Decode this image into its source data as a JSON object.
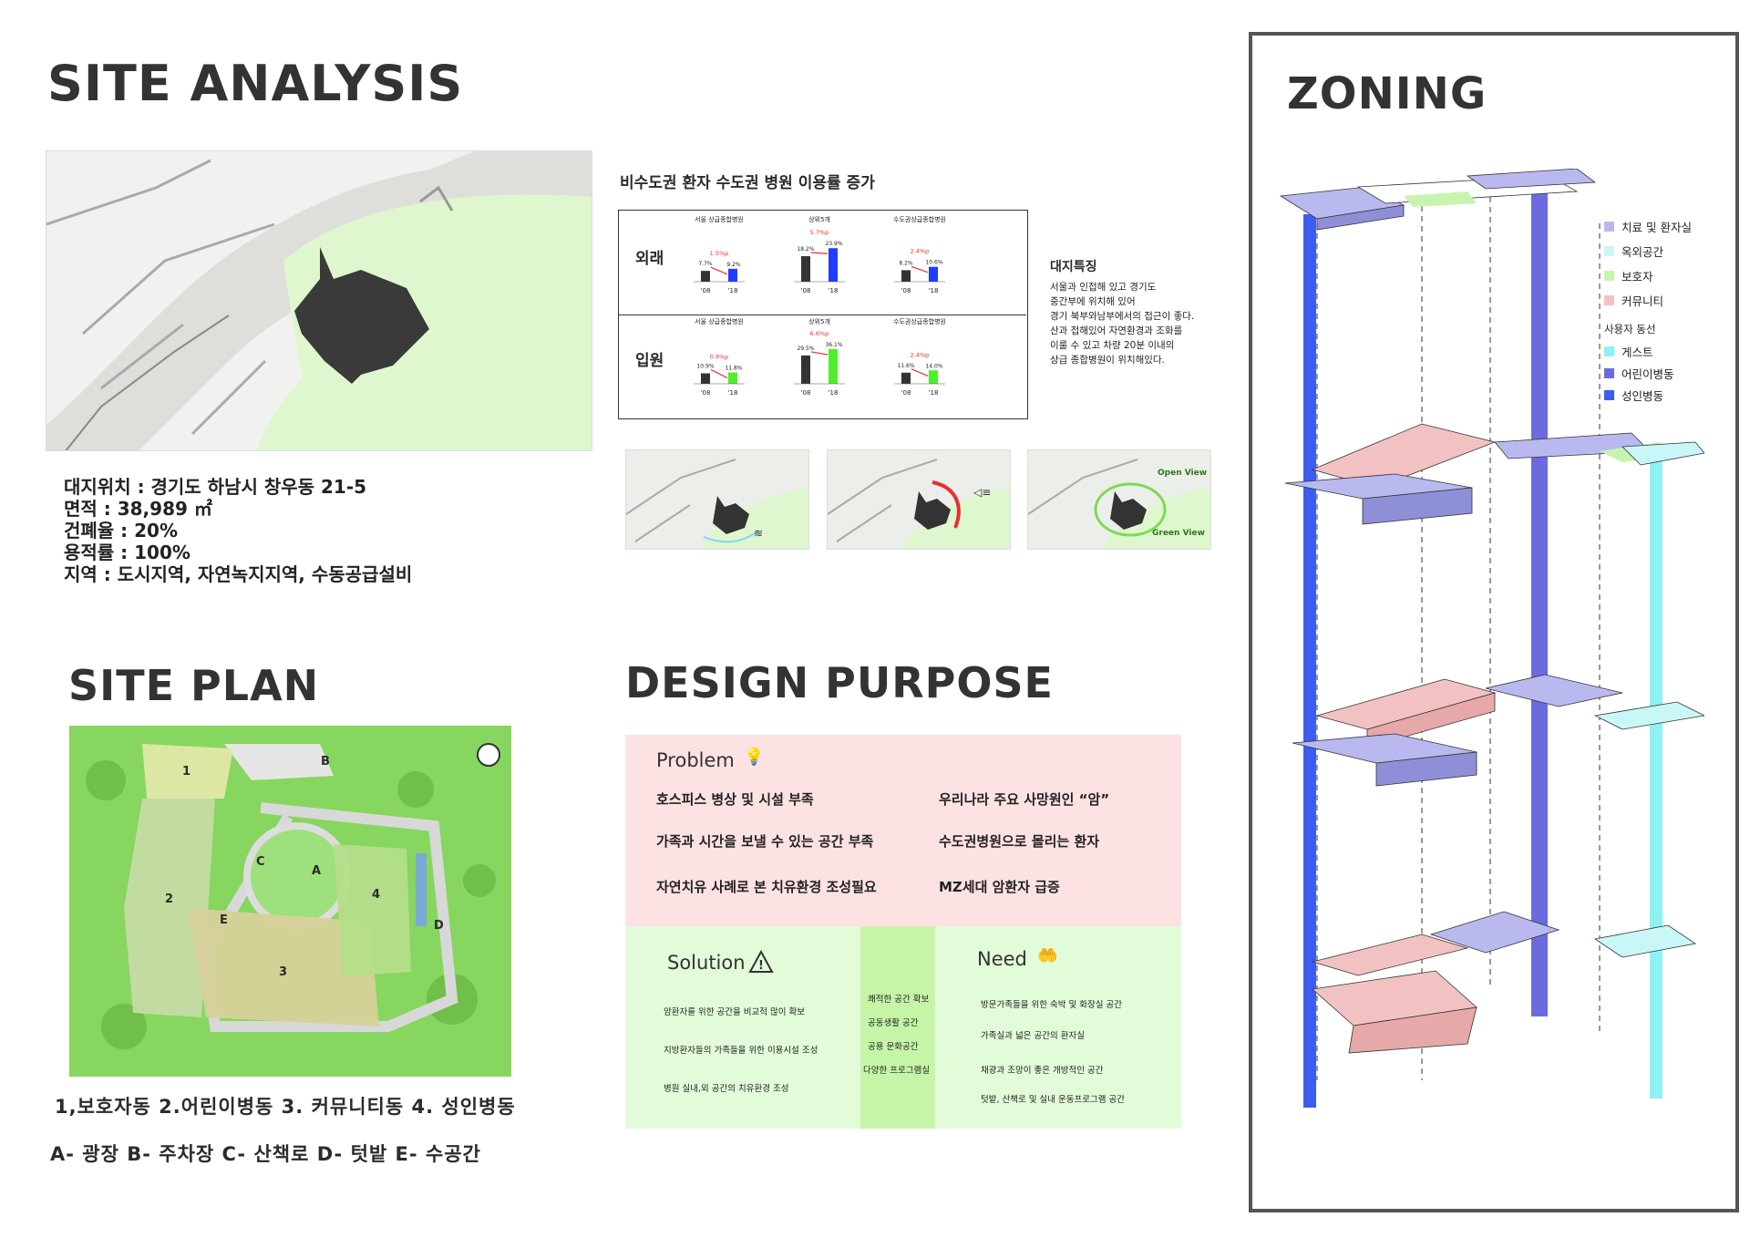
{
  "site_analysis": {
    "title": "SITE ANALYSIS",
    "info": [
      "대지위치 : 경기도 하남시 창우동 21-5",
      "면적 : 38,989 ㎡",
      "건폐율 : 20%",
      "용적률 : 100%",
      "지역 : 도시지역, 자연녹지지역, 수동공급설비"
    ]
  },
  "stats": {
    "heading": "비수도권 환자 수도권 병원 이용률 증가",
    "rows": [
      {
        "label": "외래",
        "groups": [
          {
            "title": "서울 상급종합병원",
            "delta": "1.5%p",
            "v08": "7.7%",
            "v18": "9.2%",
            "n08": 7.7,
            "n18": 9.2,
            "color": "blue"
          },
          {
            "title": "상위5개",
            "delta": "5.7%p",
            "v08": "18.2%",
            "v18": "23.9%",
            "n08": 18.2,
            "n18": 23.9,
            "color": "blue"
          },
          {
            "title": "수도권상급종합병원",
            "delta": "2.4%p",
            "v08": "8.2%",
            "v18": "10.6%",
            "n08": 8.2,
            "n18": 10.6,
            "color": "blue"
          }
        ]
      },
      {
        "label": "입원",
        "groups": [
          {
            "title": "서울 상급종합병원",
            "delta": "0.9%p",
            "v08": "10.9%",
            "v18": "11.8%",
            "n08": 10.9,
            "n18": 11.8,
            "color": "green"
          },
          {
            "title": "상위5개",
            "delta": "6.6%p",
            "v08": "29.5%",
            "v18": "36.1%",
            "n08": 29.5,
            "n18": 36.1,
            "color": "green"
          },
          {
            "title": "수도권상급종합병원",
            "delta": "2.4%p",
            "v08": "11.6%",
            "v18": "14.0%",
            "n08": 11.6,
            "n18": 14.0,
            "color": "green"
          }
        ]
      }
    ],
    "year_a": "'08",
    "year_b": "'18"
  },
  "feature": {
    "title": "대지특징",
    "lines": [
      "서울과 인접해 있고 경기도",
      "중간부에 위치해 있어",
      "경기 북부와남부에서의 접근이 좋다.",
      "산과 접해있어 자연환경과 조화를",
      "이룰 수 있고 차량 20분 이내의",
      "상급 종합병원이 위치해있다."
    ]
  },
  "thumbs": {
    "open_view": "Open View",
    "green_view": "Green View"
  },
  "site_plan": {
    "title": "SITE PLAN",
    "labels": {
      "b1": "1",
      "b2": "2",
      "b3": "3",
      "b4": "4",
      "a": "A",
      "b": "B",
      "c": "C",
      "d": "D",
      "e": "E"
    },
    "legend1": "1,보호자동  2.어린이병동  3. 커뮤니티동  4. 성인병동",
    "legend2": "A- 광장  B- 주차장  C- 산책로  D- 텃밭  E- 수공간"
  },
  "design_purpose": {
    "title": "DESIGN PURPOSE",
    "problem": {
      "heading": "Problem",
      "left": [
        "호스피스 병상 및 시설 부족",
        "가족과 시간을 보낼 수 있는 공간 부족",
        "자연치유 사례로 본 치유환경 조성필요"
      ],
      "right": [
        "우리나라 주요 사망원인  “암”",
        "수도권병원으로 몰리는 환자",
        "MZ세대 암환자 급증"
      ]
    },
    "solution": {
      "heading": "Solution",
      "items": [
        "암환자를 위한 공간을 비교적 많이 확보",
        "지방환자들의 가족들을 위한 이용시설 조성",
        "병원 실내,외 공간의 치유환경 조성"
      ]
    },
    "middle": [
      "쾌적한 공간 확보",
      "공동생활 공간",
      "공용 문화공간",
      "다양한 프로그램실"
    ],
    "need": {
      "heading": "Need",
      "items": [
        "방문가족들을 위한 숙박 및 화장실 공간",
        "가족실과 넓은 공간의 환자실",
        "채광과 조망이 좋은 개방적인 공간",
        "텃밭, 산책로 및 실내 운동프로그램 공간"
      ]
    }
  },
  "zoning": {
    "title": "ZONING",
    "legend": [
      {
        "label": "치료 및 환자실",
        "color": "#b9b9f0"
      },
      {
        "label": "옥외공간",
        "color": "#c9f6f6"
      },
      {
        "label": "보호자",
        "color": "#c8f4b0"
      },
      {
        "label": "커뮤니티",
        "color": "#f2c2c2"
      }
    ],
    "circulation_title": "사용자 동선",
    "circulation": [
      {
        "label": "게스트",
        "color": "#8ef2f2"
      },
      {
        "label": "어린이병동",
        "color": "#6b6be0"
      },
      {
        "label": "성인병동",
        "color": "#3c5cf0"
      }
    ]
  }
}
